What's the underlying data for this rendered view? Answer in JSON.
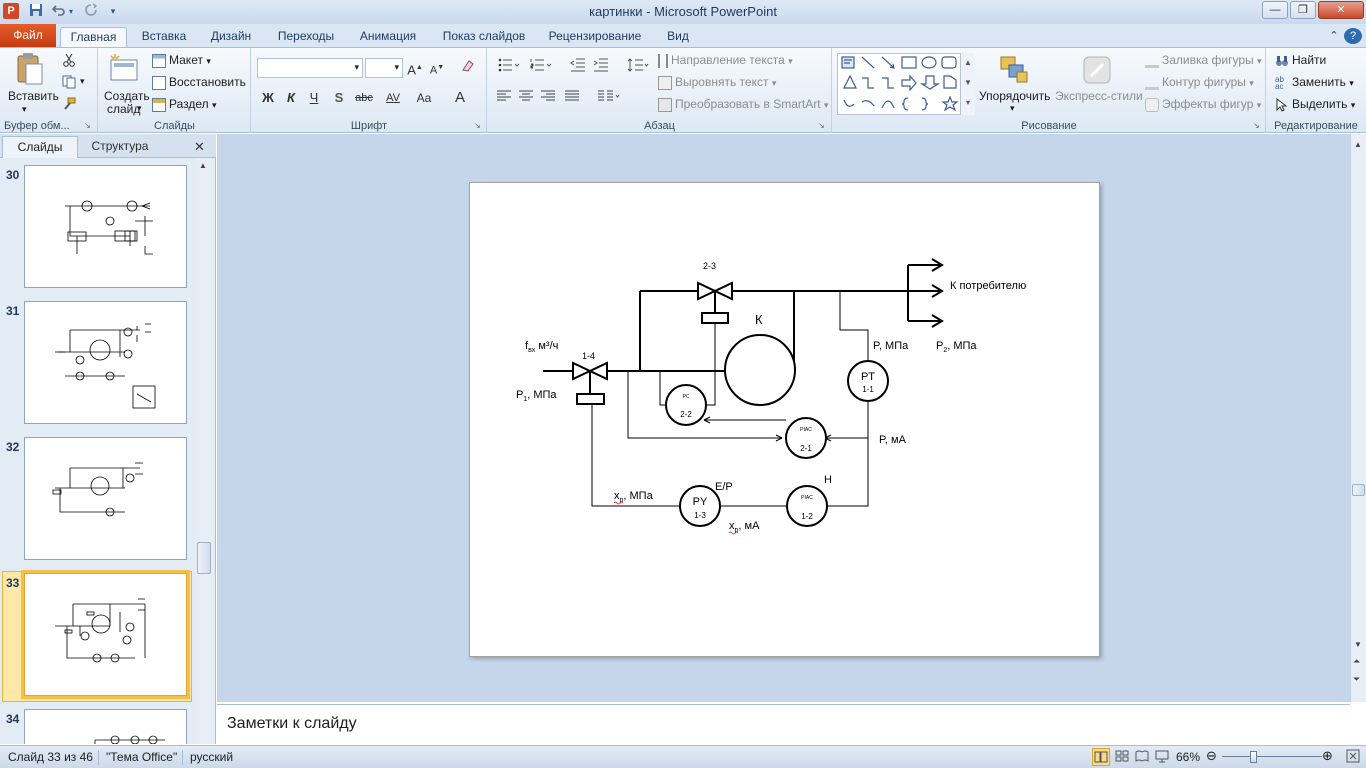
{
  "window": {
    "title": "картинки  -  Microsoft PowerPoint",
    "app_icon_letter": "P",
    "qat": {
      "save_icon": "save-icon",
      "undo_icon": "undo-icon",
      "redo_icon": "redo-icon"
    }
  },
  "tabs": [
    {
      "label": "Файл"
    },
    {
      "label": "Главная"
    },
    {
      "label": "Вставка"
    },
    {
      "label": "Дизайн"
    },
    {
      "label": "Переходы"
    },
    {
      "label": "Анимация"
    },
    {
      "label": "Показ слайдов"
    },
    {
      "label": "Рецензирование"
    },
    {
      "label": "Вид"
    }
  ],
  "ribbon": {
    "clipboard": {
      "label": "Буфер обм...",
      "paste": "Вставить"
    },
    "slides": {
      "label": "Слайды",
      "new_slide_1": "Создать",
      "new_slide_2": "слайд",
      "layout": "Макет",
      "reset": "Восстановить",
      "section": "Раздел"
    },
    "font": {
      "label": "Шрифт",
      "bold": "Ж",
      "italic": "К",
      "underline": "Ч",
      "shadow": "S",
      "strike": "abc",
      "spacing": "AV",
      "case": "Aa",
      "grow": "A",
      "shrink": "A",
      "color": "A"
    },
    "paragraph": {
      "label": "Абзац",
      "text_direction": "Направление текста",
      "align_text": "Выровнять текст",
      "smartart": "Преобразовать в SmartArt"
    },
    "drawing": {
      "label": "Рисование",
      "arrange": "Упорядочить",
      "quick_styles": "Экспресс-стили",
      "fill": "Заливка фигуры",
      "outline": "Контур фигуры",
      "effects": "Эффекты фигур"
    },
    "editing": {
      "label": "Редактирование",
      "find": "Найти",
      "replace": "Заменить",
      "select": "Выделить"
    }
  },
  "left_pane": {
    "tab_slides": "Слайды",
    "tab_outline": "Структура",
    "close": "✕",
    "thumbnails": [
      {
        "number": "30"
      },
      {
        "number": "31"
      },
      {
        "number": "32"
      },
      {
        "number": "33",
        "selected": true
      },
      {
        "number": "34"
      }
    ]
  },
  "slide": {
    "labels": {
      "v23": "2-3",
      "v14": "1-4",
      "k": "К",
      "consumer": "К потребителю",
      "fvx_f": "f",
      "fvx_sub": "вх",
      "fvx_unit": " м³/ч",
      "p1": "P",
      "p1_sub": "1",
      "p1_unit": ", МПа",
      "p_mpa": "P, МПа",
      "p2": "P",
      "p2_sub": "2",
      "p2_unit": ", МПа",
      "pt_top": "PT",
      "pt_bot": "1-1",
      "pc_top": "PC",
      "pc_bot": "2-2",
      "pic21_top": "PIAC",
      "pic21_bot": "2-1",
      "p_ma": "P, мА",
      "py_top": "PY",
      "py_bot": "1-3",
      "ep": "E/P",
      "h": "H",
      "pic12_top": "PIAC",
      "pic12_bot": "1-2",
      "xp_mpa_x": "x",
      "xp_mpa_sub": "p",
      "xp_mpa_unit": ", МПа",
      "xp_ma_x": "x",
      "xp_ma_sub": "p",
      "xp_ma_unit": ", мА"
    }
  },
  "notes": {
    "placeholder": "Заметки к слайду"
  },
  "status": {
    "slide_info": "Слайд 33 из 46",
    "theme": "\"Тема Office\"",
    "language": "русский",
    "zoom": "66%"
  }
}
